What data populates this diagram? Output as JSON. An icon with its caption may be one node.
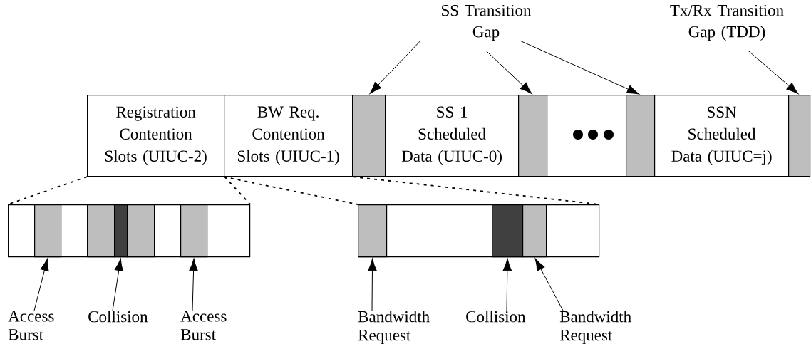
{
  "diagram": {
    "nodes": [
      {
        "text": [
          "SS Transition Gap"
        ]
      },
      {
        "text": [
          "Tx/Rx Transition Gap (TDD)"
        ]
      },
      {
        "text": [
          "Registration Contention Slots (UIUC-2)"
        ]
      },
      {
        "text": [
          "BW Req. Contention Slots (UIUC-1)"
        ]
      },
      {
        "text": [],
        "shape": "bar"
      },
      {
        "text": [
          "SS 1 Scheduled Data (UIUC-0)"
        ]
      },
      {
        "text": [],
        "shape": "bar"
      },
      {
        "text": [],
        "shape": "box"
      },
      {
        "text": [],
        "shape": "bar"
      },
      {
        "text": [
          "SSN Scheduled Data (UIUC=j)"
        ]
      },
      {
        "text": [],
        "shape": "bar"
      },
      {
        "text": [],
        "shape": "box"
      },
      {
        "text": [],
        "shape": "bar",
        "in": 11
      },
      {
        "text": [],
        "shape": "bar",
        "in": 11
      },
      {
        "text": [],
        "shape": "bar",
        "in": 11
      },
      {
        "text": [],
        "shape": "bar",
        "in": 11
      },
      {
        "text": [],
        "shape": "bar",
        "in": 11
      },
      {
        "text": [],
        "shape": "box"
      },
      {
        "text": [],
        "shape": "bar",
        "in": 17
      },
      {
        "text": [],
        "shape": "bar",
        "in": 17
      },
      {
        "text": [],
        "shape": "bar",
        "in": 17
      },
      {
        "text": [
          "Access Burst"
        ]
      },
      {
        "text": [
          "Collision"
        ]
      },
      {
        "text": [
          "Access Burst"
        ]
      },
      {
        "text": [
          "Bandwidth Request"
        ]
      },
      {
        "text": [
          "Collision"
        ]
      },
      {
        "text": [
          "Bandwidth Request"
        ]
      }
    ],
    "edges": [
      {
        "from": 0,
        "to": 4,
        "arrow": "to"
      },
      {
        "from": 0,
        "to": 6,
        "arrow": "to"
      },
      {
        "from": 0,
        "to": 8,
        "arrow": "to"
      },
      {
        "from": 1,
        "to": 10,
        "arrow": "to"
      },
      {
        "from": 21,
        "to": 12,
        "arrow": "to"
      },
      {
        "from": 22,
        "to": 14,
        "arrow": "to"
      },
      {
        "from": 23,
        "to": 16,
        "arrow": "to"
      },
      {
        "from": 24,
        "to": 18,
        "arrow": "to"
      },
      {
        "from": 25,
        "to": 19,
        "arrow": "to"
      },
      {
        "from": 26,
        "to": 20,
        "arrow": "to"
      },
      {
        "from": 2,
        "to": 11,
        "arrow": "none",
        "style": "dashed"
      },
      {
        "from": 2,
        "to": 11,
        "arrow": "none",
        "style": "dashed"
      },
      {
        "from": 3,
        "to": 17,
        "arrow": "none",
        "style": "dashed"
      },
      {
        "from": 3,
        "to": 17,
        "arrow": "none",
        "style": "dashed"
      }
    ]
  }
}
